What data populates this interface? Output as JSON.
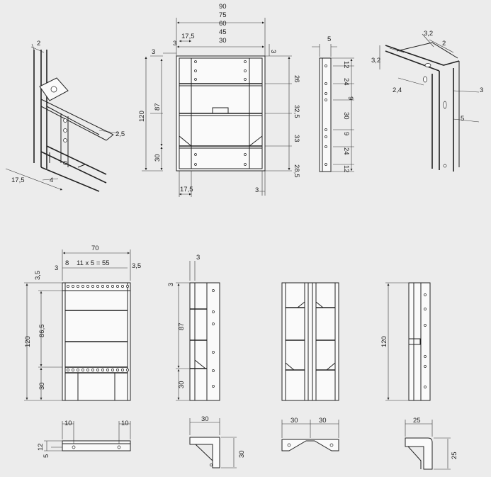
{
  "colors": {
    "background": "#ececec",
    "line": "#222222",
    "panel": "#fafafa"
  },
  "front_view": {
    "widths": [
      "90",
      "75",
      "60",
      "45",
      "30"
    ],
    "top_left_3": "3",
    "post_175": "17,5",
    "corner_3": "3",
    "height_120": "120",
    "inner_87": "87",
    "bottom_30": "30",
    "bottom_175": "17,5",
    "bottom_3": "3",
    "right_dims": [
      "26",
      "32,5",
      "33",
      "28,5"
    ]
  },
  "side_post": {
    "width": "5",
    "dims": [
      "12",
      "24",
      "9",
      "30",
      "9",
      "24",
      "12"
    ]
  },
  "detail_left": {
    "d2": "2",
    "d25": "2,5",
    "d175": "17,5",
    "d4": "4"
  },
  "detail_right": {
    "d32a": "3,2",
    "d2": "2",
    "d32b": "3,2",
    "d24": "2,4",
    "d3": "3",
    "d5": "5"
  },
  "perforated_view": {
    "total": "70",
    "pitch_a": "3",
    "pitch_b": "8",
    "pitch_mid": "11 x 5 = 55",
    "pitch_c": "3,5",
    "left_35": "3,5",
    "h120": "120",
    "h865": "86,5",
    "h30": "30"
  },
  "narrow_view": {
    "w3": "3",
    "t3": "3",
    "h87": "87",
    "h30": "30"
  },
  "tall_view": {
    "h120": "120"
  },
  "profile_a": {
    "d10a": "10",
    "d10b": "10",
    "d12": "12",
    "d5": "5"
  },
  "profile_b": {
    "w30": "30",
    "h30": "30"
  },
  "profile_c": {
    "w30a": "30",
    "w30b": "30"
  },
  "profile_d": {
    "w25": "25",
    "h25": "25"
  }
}
